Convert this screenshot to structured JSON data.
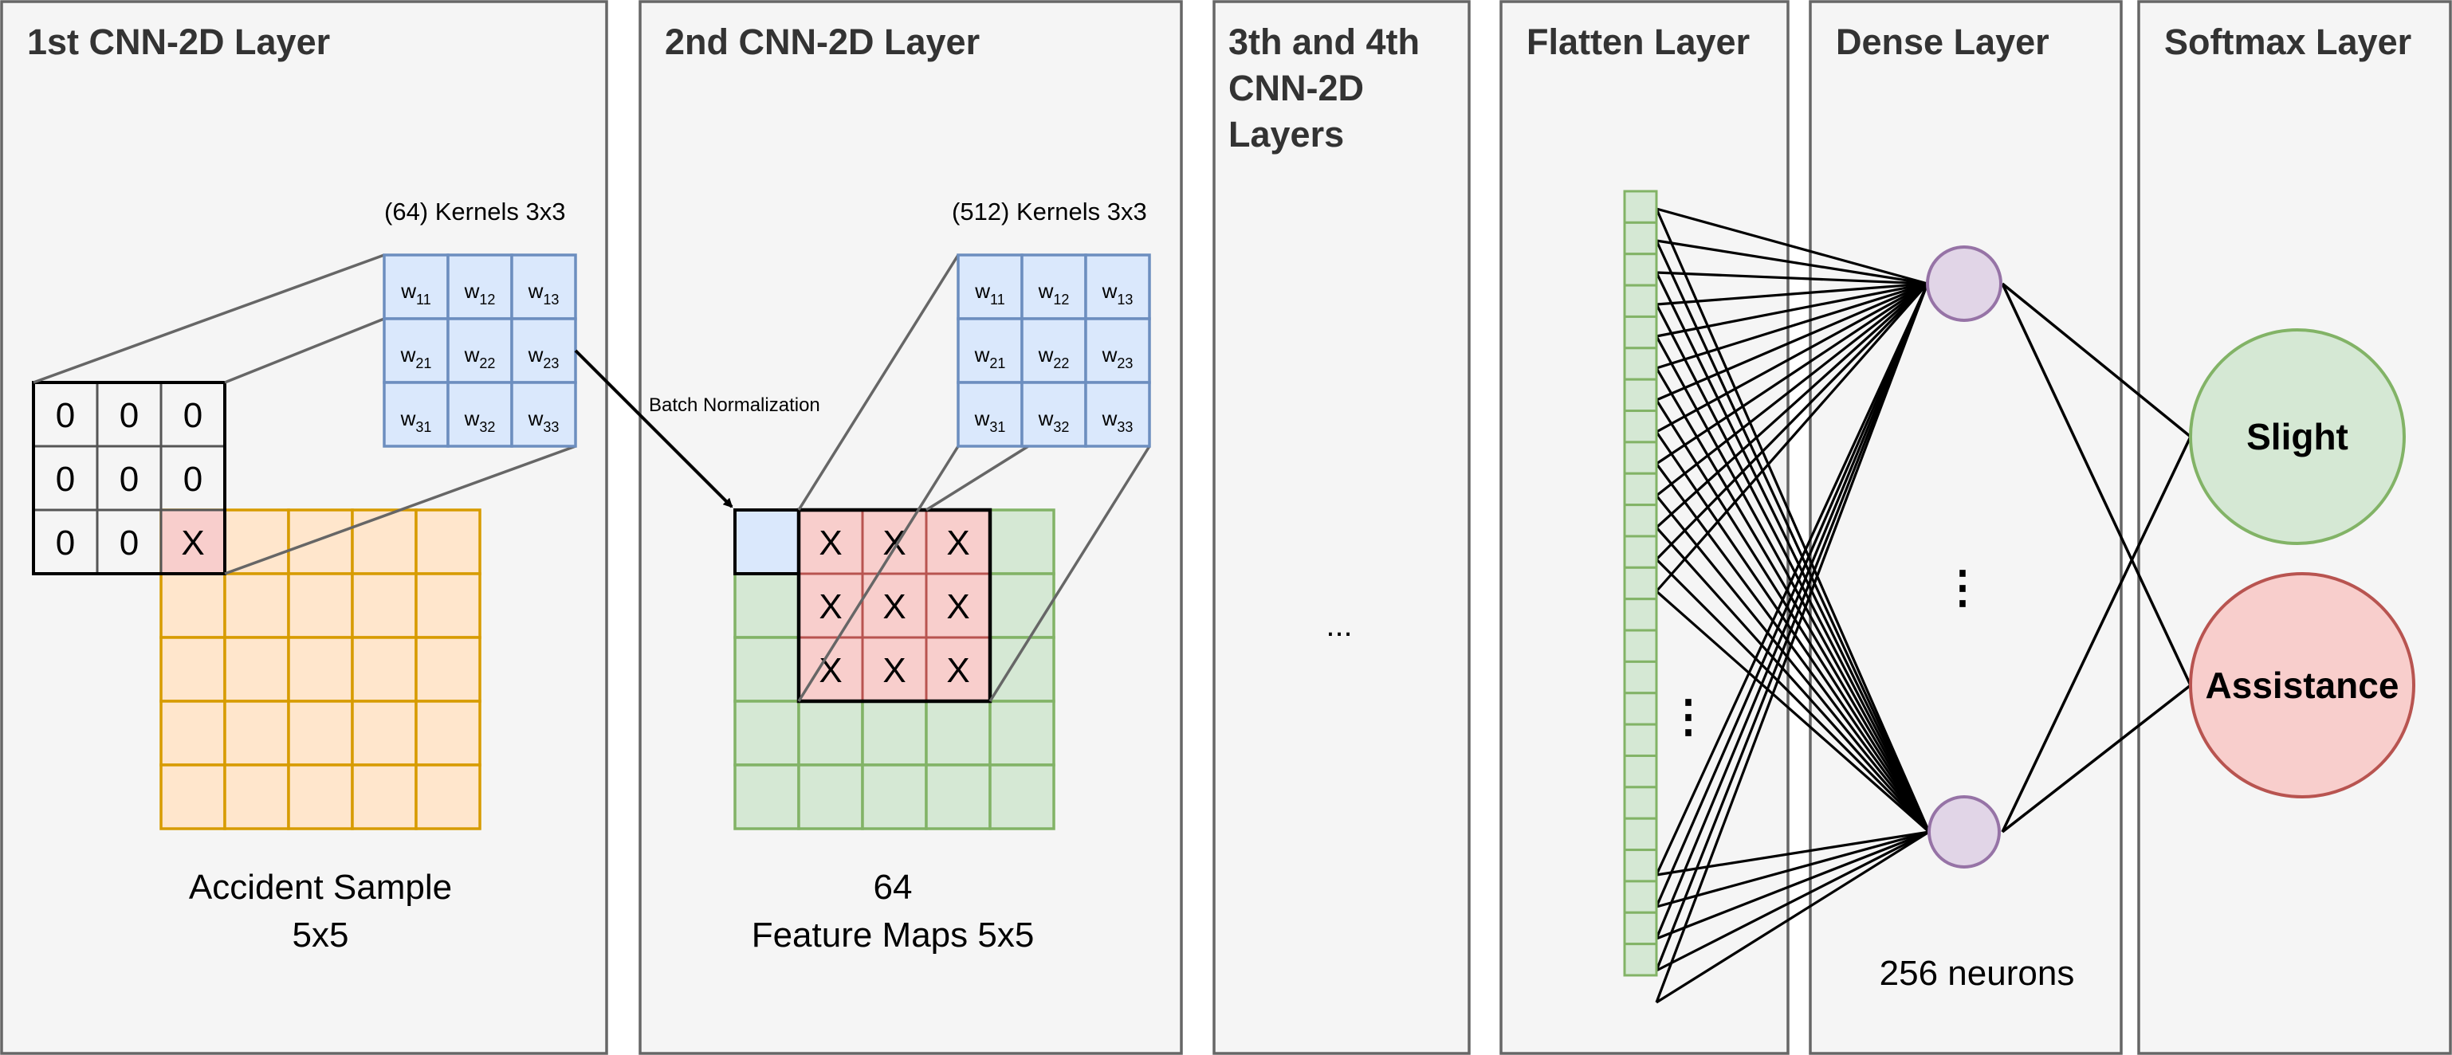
{
  "panels": {
    "cnn1": "1st CNN-2D Layer",
    "cnn2": "2nd CNN-2D Layer",
    "cnn34": [
      "3th and 4th",
      "CNN-2D",
      "Layers"
    ],
    "flatten": "Flatten Layer",
    "dense": "Dense Layer",
    "softmax": "Softmax Layer"
  },
  "layer1": {
    "kernels_label": "(64) Kernels 3x3",
    "weights": [
      [
        "w",
        "11"
      ],
      [
        "w",
        "12"
      ],
      [
        "w",
        "13"
      ],
      [
        "w",
        "21"
      ],
      [
        "w",
        "22"
      ],
      [
        "w",
        "23"
      ],
      [
        "w",
        "31"
      ],
      [
        "w",
        "32"
      ],
      [
        "w",
        "33"
      ]
    ],
    "padding_cells": [
      "0",
      "0",
      "0",
      "0",
      "0",
      "0",
      "0",
      "0",
      "X"
    ],
    "sample_label": [
      "Accident Sample",
      "5x5"
    ],
    "colors": {
      "input_fill": "#ffe6cc",
      "input_stroke": "#d79b00",
      "kernel_fill": "#dae8fc",
      "kernel_stroke": "#6c8ebf",
      "active_fill": "#f8cecc"
    }
  },
  "batch_norm": "Batch Normalization",
  "layer2": {
    "kernels_label": "(512) Kernels 3x3",
    "weights": [
      [
        "w",
        "11"
      ],
      [
        "w",
        "12"
      ],
      [
        "w",
        "13"
      ],
      [
        "w",
        "21"
      ],
      [
        "w",
        "22"
      ],
      [
        "w",
        "23"
      ],
      [
        "w",
        "31"
      ],
      [
        "w",
        "32"
      ],
      [
        "w",
        "33"
      ]
    ],
    "window_cells": [
      "X",
      "X",
      "X",
      "X",
      "X",
      "X",
      "X",
      "X",
      "X"
    ],
    "feature_label": [
      "64",
      "Feature Maps 5x5"
    ],
    "colors": {
      "map_fill": "#d5e8d4",
      "map_stroke": "#82b366",
      "window_fill": "#f8cecc",
      "window_stroke": "#b85450"
    }
  },
  "cnn34_ellipsis": "...",
  "flatten": {
    "vertical_ellipsis": "⋮",
    "colors": {
      "fill": "#d5e8d4",
      "stroke": "#82b366"
    }
  },
  "dense": {
    "neurons_label": "256 neurons",
    "vertical_ellipsis": "⋮",
    "colors": {
      "fill": "#e1d5e7",
      "stroke": "#9673a6"
    }
  },
  "softmax": {
    "classes": [
      {
        "label": "Slight",
        "fill": "#d5e8d4",
        "stroke": "#82b366"
      },
      {
        "label": "Assistance",
        "fill": "#f8cecc",
        "stroke": "#b85450"
      }
    ]
  }
}
